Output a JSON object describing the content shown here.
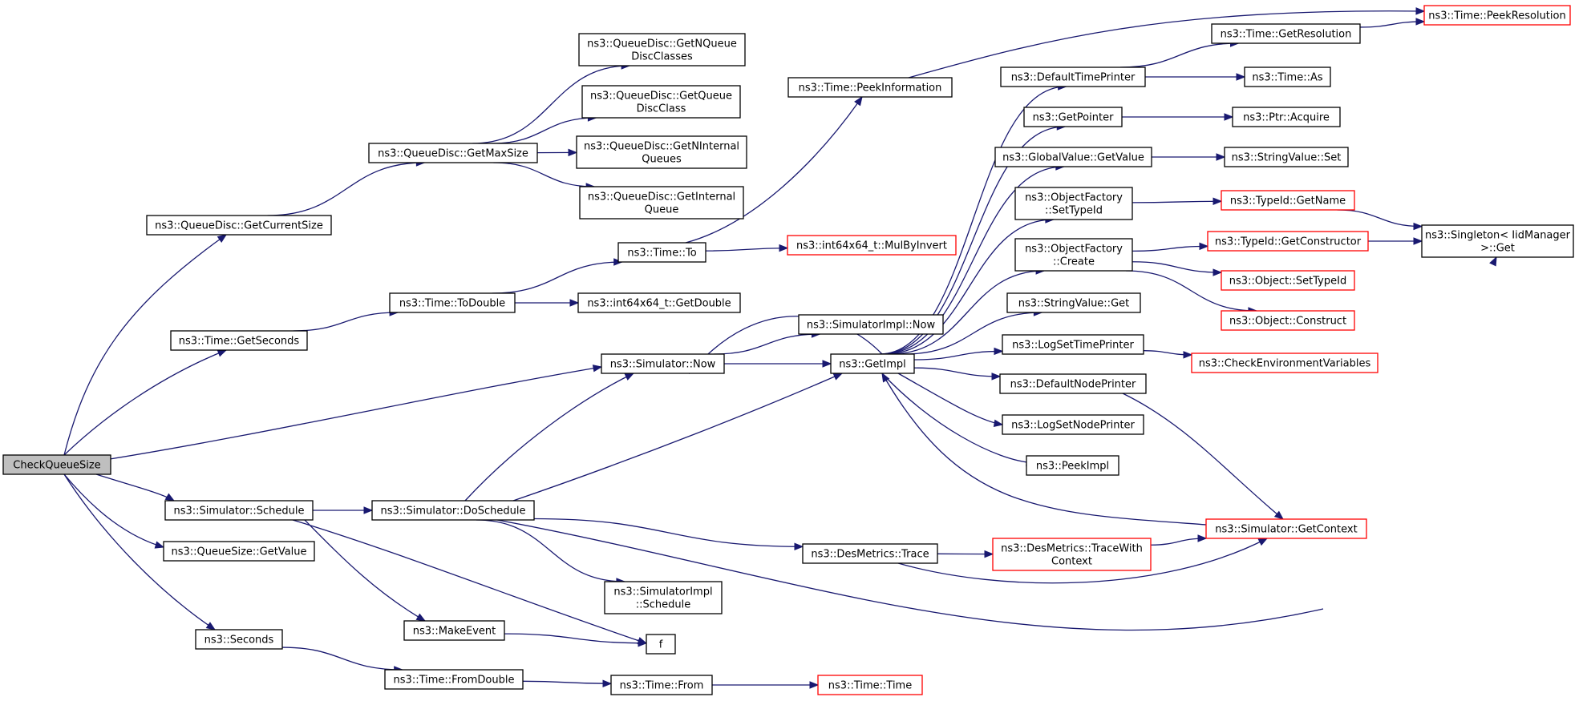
{
  "colors": {
    "edge": "#191970",
    "border": "#000000",
    "red_border": "#ff0000",
    "root_fill": "#bfbfbf"
  },
  "nodes": {
    "check": {
      "lines": [
        "CheckQueueSize"
      ],
      "style": "root"
    },
    "qd_currentsize": {
      "lines": [
        "ns3::QueueDisc::GetCurrentSize"
      ]
    },
    "qd_maxsize": {
      "lines": [
        "ns3::QueueDisc::GetMaxSize"
      ]
    },
    "qd_nqueue": {
      "lines": [
        "ns3::QueueDisc::GetNQueue",
        "DiscClasses"
      ]
    },
    "qd_queuediscclass": {
      "lines": [
        "ns3::QueueDisc::GetQueue",
        "DiscClass"
      ]
    },
    "qd_ninternal": {
      "lines": [
        "ns3::QueueDisc::GetNInternal",
        "Queues"
      ]
    },
    "qd_internal": {
      "lines": [
        "ns3::QueueDisc::GetInternal",
        "Queue"
      ]
    },
    "time_getseconds": {
      "lines": [
        "ns3::Time::GetSeconds"
      ]
    },
    "time_todouble": {
      "lines": [
        "ns3::Time::ToDouble"
      ]
    },
    "time_to": {
      "lines": [
        "ns3::Time::To"
      ]
    },
    "time_peekinfo": {
      "lines": [
        "ns3::Time::PeekInformation"
      ]
    },
    "int64_mulbyinvert": {
      "lines": [
        "ns3::int64x64_t::MulByInvert"
      ],
      "style": "red"
    },
    "int64_getdouble": {
      "lines": [
        "ns3::int64x64_t::GetDouble"
      ]
    },
    "time_peekres": {
      "lines": [
        "ns3::Time::PeekResolution"
      ],
      "style": "red"
    },
    "time_getres": {
      "lines": [
        "ns3::Time::GetResolution"
      ]
    },
    "time_as": {
      "lines": [
        "ns3::Time::As"
      ]
    },
    "default_time_printer": {
      "lines": [
        "ns3::DefaultTimePrinter"
      ]
    },
    "getpointer": {
      "lines": [
        "ns3::GetPointer"
      ]
    },
    "ptr_acquire": {
      "lines": [
        "ns3::Ptr::Acquire"
      ]
    },
    "global_getvalue": {
      "lines": [
        "ns3::GlobalValue::GetValue"
      ]
    },
    "stringvalue_set": {
      "lines": [
        "ns3::StringValue::Set"
      ]
    },
    "of_settypeid": {
      "lines": [
        "ns3::ObjectFactory",
        "::SetTypeId"
      ]
    },
    "typeid_getname": {
      "lines": [
        "ns3::TypeId::GetName"
      ],
      "style": "red"
    },
    "singleton_get": {
      "lines": [
        "ns3::Singleton< IidManager",
        ">::Get"
      ]
    },
    "of_create": {
      "lines": [
        "ns3::ObjectFactory",
        "::Create"
      ]
    },
    "typeid_getctor": {
      "lines": [
        "ns3::TypeId::GetConstructor"
      ],
      "style": "red"
    },
    "object_settypeid": {
      "lines": [
        "ns3::Object::SetTypeId"
      ],
      "style": "red"
    },
    "object_construct": {
      "lines": [
        "ns3::Object::Construct"
      ],
      "style": "red"
    },
    "stringvalue_get": {
      "lines": [
        "ns3::StringValue::Get"
      ]
    },
    "simimpl_now": {
      "lines": [
        "ns3::SimulatorImpl::Now"
      ]
    },
    "sim_now": {
      "lines": [
        "ns3::Simulator::Now"
      ]
    },
    "getimpl": {
      "lines": [
        "ns3::GetImpl"
      ]
    },
    "logsettimeprinter": {
      "lines": [
        "ns3::LogSetTimePrinter"
      ]
    },
    "checkenv": {
      "lines": [
        "ns3::CheckEnvironmentVariables"
      ],
      "style": "red"
    },
    "default_node_printer": {
      "lines": [
        "ns3::DefaultNodePrinter"
      ]
    },
    "logsetnodeprinter": {
      "lines": [
        "ns3::LogSetNodePrinter"
      ]
    },
    "peekimpl": {
      "lines": [
        "ns3::PeekImpl"
      ]
    },
    "sim_schedule": {
      "lines": [
        "ns3::Simulator::Schedule"
      ]
    },
    "sim_doschedule": {
      "lines": [
        "ns3::Simulator::DoSchedule"
      ]
    },
    "sim_getcontext": {
      "lines": [
        "ns3::Simulator::GetContext"
      ],
      "style": "red"
    },
    "desmetrics_trace": {
      "lines": [
        "ns3::DesMetrics::Trace"
      ]
    },
    "desmetrics_tracewith": {
      "lines": [
        "ns3::DesMetrics::TraceWith",
        "Context"
      ],
      "style": "red"
    },
    "queuesize_getvalue": {
      "lines": [
        "ns3::QueueSize::GetValue"
      ]
    },
    "simimpl_schedule": {
      "lines": [
        "ns3::SimulatorImpl",
        "::Schedule"
      ]
    },
    "makeevent": {
      "lines": [
        "ns3::MakeEvent"
      ]
    },
    "f": {
      "lines": [
        "f"
      ]
    },
    "seconds": {
      "lines": [
        "ns3::Seconds"
      ]
    },
    "time_fromdouble": {
      "lines": [
        "ns3::Time::FromDouble"
      ]
    },
    "time_from": {
      "lines": [
        "ns3::Time::From"
      ]
    },
    "time_time": {
      "lines": [
        "ns3::Time::Time"
      ],
      "style": "red"
    }
  },
  "edges": [
    [
      "check",
      "qd_currentsize"
    ],
    [
      "check",
      "time_getseconds"
    ],
    [
      "check",
      "sim_now"
    ],
    [
      "check",
      "sim_schedule"
    ],
    [
      "check",
      "queuesize_getvalue"
    ],
    [
      "check",
      "seconds"
    ],
    [
      "qd_currentsize",
      "qd_maxsize"
    ],
    [
      "qd_maxsize",
      "qd_nqueue"
    ],
    [
      "qd_maxsize",
      "qd_queuediscclass"
    ],
    [
      "qd_maxsize",
      "qd_ninternal"
    ],
    [
      "qd_maxsize",
      "qd_internal"
    ],
    [
      "time_getseconds",
      "time_todouble"
    ],
    [
      "time_todouble",
      "time_to"
    ],
    [
      "time_todouble",
      "int64_getdouble"
    ],
    [
      "time_to",
      "time_peekinfo"
    ],
    [
      "time_to",
      "int64_mulbyinvert"
    ],
    [
      "time_peekinfo",
      "time_peekres"
    ],
    [
      "default_time_printer",
      "time_getres"
    ],
    [
      "default_time_printer",
      "time_as"
    ],
    [
      "time_getres",
      "time_peekres"
    ],
    [
      "getpointer",
      "ptr_acquire"
    ],
    [
      "global_getvalue",
      "stringvalue_set"
    ],
    [
      "of_settypeid",
      "typeid_getname"
    ],
    [
      "typeid_getname",
      "singleton_get"
    ],
    [
      "of_create",
      "typeid_getctor"
    ],
    [
      "of_create",
      "object_settypeid"
    ],
    [
      "of_create",
      "object_construct"
    ],
    [
      "typeid_getctor",
      "singleton_get"
    ],
    [
      "sim_now",
      "simimpl_now"
    ],
    [
      "sim_now",
      "getimpl"
    ],
    [
      "getimpl",
      "default_time_printer"
    ],
    [
      "getimpl",
      "getpointer"
    ],
    [
      "getimpl",
      "global_getvalue"
    ],
    [
      "getimpl",
      "of_settypeid"
    ],
    [
      "getimpl",
      "of_create"
    ],
    [
      "getimpl",
      "stringvalue_get"
    ],
    [
      "getimpl",
      "logsettimeprinter"
    ],
    [
      "getimpl",
      "default_node_printer"
    ],
    [
      "getimpl",
      "logsetnodeprinter"
    ],
    [
      "getimpl",
      "peekimpl"
    ],
    [
      "getimpl",
      "sim_now"
    ],
    [
      "logsettimeprinter",
      "checkenv"
    ],
    [
      "default_node_printer",
      "sim_getcontext"
    ],
    [
      "sim_getcontext",
      "getimpl"
    ],
    [
      "sim_schedule",
      "sim_doschedule"
    ],
    [
      "sim_schedule",
      "makeevent"
    ],
    [
      "sim_schedule",
      "f"
    ],
    [
      "sim_doschedule",
      "sim_now"
    ],
    [
      "sim_doschedule",
      "getimpl"
    ],
    [
      "sim_doschedule",
      "desmetrics_trace"
    ],
    [
      "sim_doschedule",
      "simimpl_schedule"
    ],
    [
      "sim_doschedule",
      "singleton_get"
    ],
    [
      "desmetrics_trace",
      "desmetrics_tracewith"
    ],
    [
      "desmetrics_trace",
      "sim_getcontext"
    ],
    [
      "desmetrics_tracewith",
      "sim_getcontext"
    ],
    [
      "makeevent",
      "f"
    ],
    [
      "seconds",
      "time_fromdouble"
    ],
    [
      "time_fromdouble",
      "time_from"
    ],
    [
      "time_from",
      "time_time"
    ]
  ]
}
